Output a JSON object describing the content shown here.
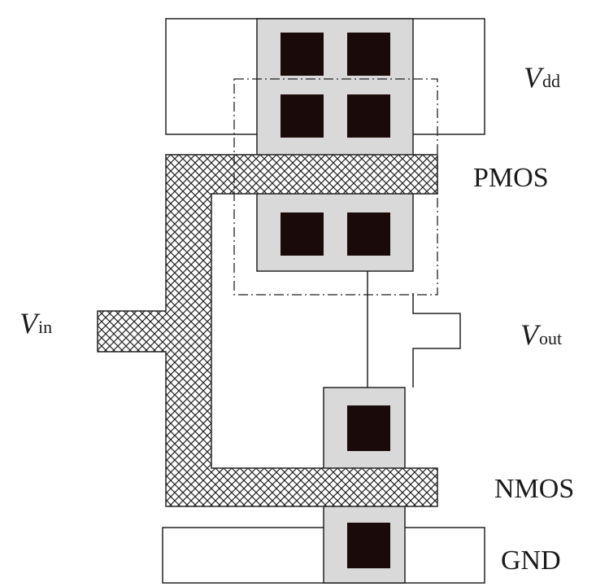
{
  "labels": {
    "vdd": {
      "symbol": "V",
      "subscript": "dd"
    },
    "pmos": "PMOS",
    "vin": {
      "symbol": "V",
      "subscript": "in"
    },
    "vout": {
      "symbol": "V",
      "subscript": "out"
    },
    "nmos": "NMOS",
    "gnd": "GND"
  },
  "colors": {
    "stroke": "#222222",
    "diffusion": "#d9d9d9",
    "contact": "#1a0a0a",
    "background": "#ffffff"
  }
}
